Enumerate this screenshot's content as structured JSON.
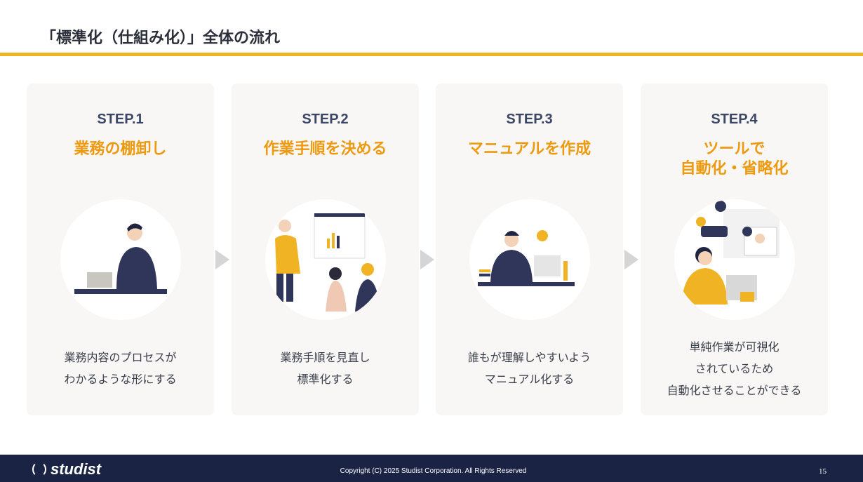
{
  "title": "「標準化（仕組み化）」全体の流れ",
  "steps": [
    {
      "step": "STEP.1",
      "heading": [
        "業務の棚卸し"
      ],
      "desc": [
        "業務内容のプロセスが",
        "わかるような形にする"
      ]
    },
    {
      "step": "STEP.2",
      "heading": [
        "作業手順を決める"
      ],
      "desc": [
        "業務手順を見直し",
        "標準化する"
      ]
    },
    {
      "step": "STEP.3",
      "heading": [
        "マニュアルを作成"
      ],
      "desc": [
        "誰もが理解しやすいよう",
        "マニュアル化する"
      ]
    },
    {
      "step": "STEP.4",
      "heading": [
        "ツールで",
        "自動化・省略化"
      ],
      "desc": [
        "単純作業が可視化",
        "されているため",
        "自動化させることができる"
      ]
    }
  ],
  "footer": {
    "logo": "studist",
    "copyright": "Copyright (C) 2025 Studist Corporation. All Rights Reserved",
    "page": "15"
  },
  "colors": {
    "accent": "#f0b323",
    "heading": "#ee9a10",
    "navy": "#1b2344"
  }
}
